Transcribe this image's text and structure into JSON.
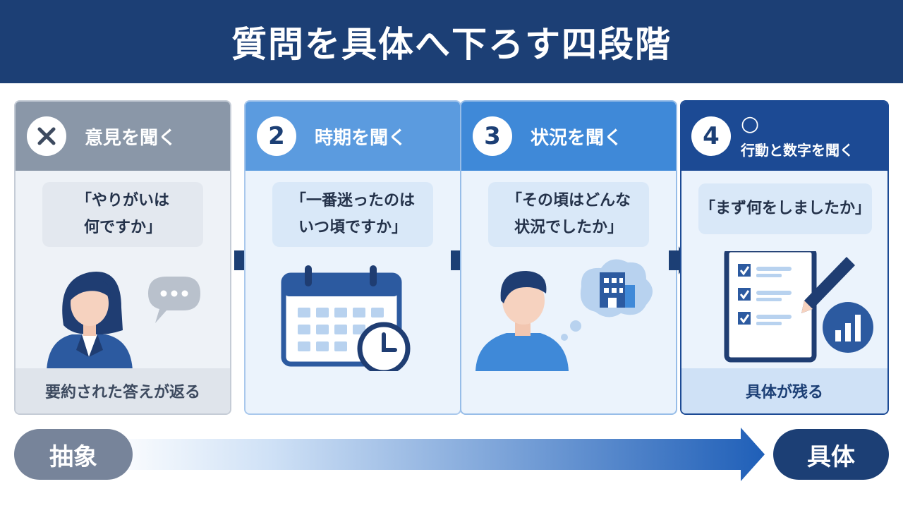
{
  "title": "質問を具体へ下ろす四段階",
  "colors": {
    "header": "#1c3f75",
    "stage1": "#8a97a8",
    "stage2": "#5b9bdf",
    "stage3": "#3f89d8",
    "stage4": "#1c4a94"
  },
  "stages": [
    {
      "badge": "",
      "badge_icon": "x-mark-icon",
      "title": "意見を聞く",
      "quote": "「やりがいは\n何ですか」",
      "footer": "要約された答えが返る",
      "illustration": "person-with-speech-bubble"
    },
    {
      "badge": "2",
      "title": "時期を聞く",
      "quote": "「一番迷ったのは\nいつ頃ですか」",
      "footer": "",
      "illustration": "calendar-with-clock"
    },
    {
      "badge": "3",
      "title": "状況を聞く",
      "quote": "「その頃はどんな\n状況でしたか」",
      "footer": "",
      "illustration": "person-thinking-of-building"
    },
    {
      "badge": "4",
      "title_mark": "○",
      "title": "行動と数字を聞く",
      "quote": "「まず何をしましたか」",
      "footer": "具体が残る",
      "illustration": "checklist-with-pen-and-chart"
    }
  ],
  "scale": {
    "start_label": "抽象",
    "end_label": "具体"
  }
}
